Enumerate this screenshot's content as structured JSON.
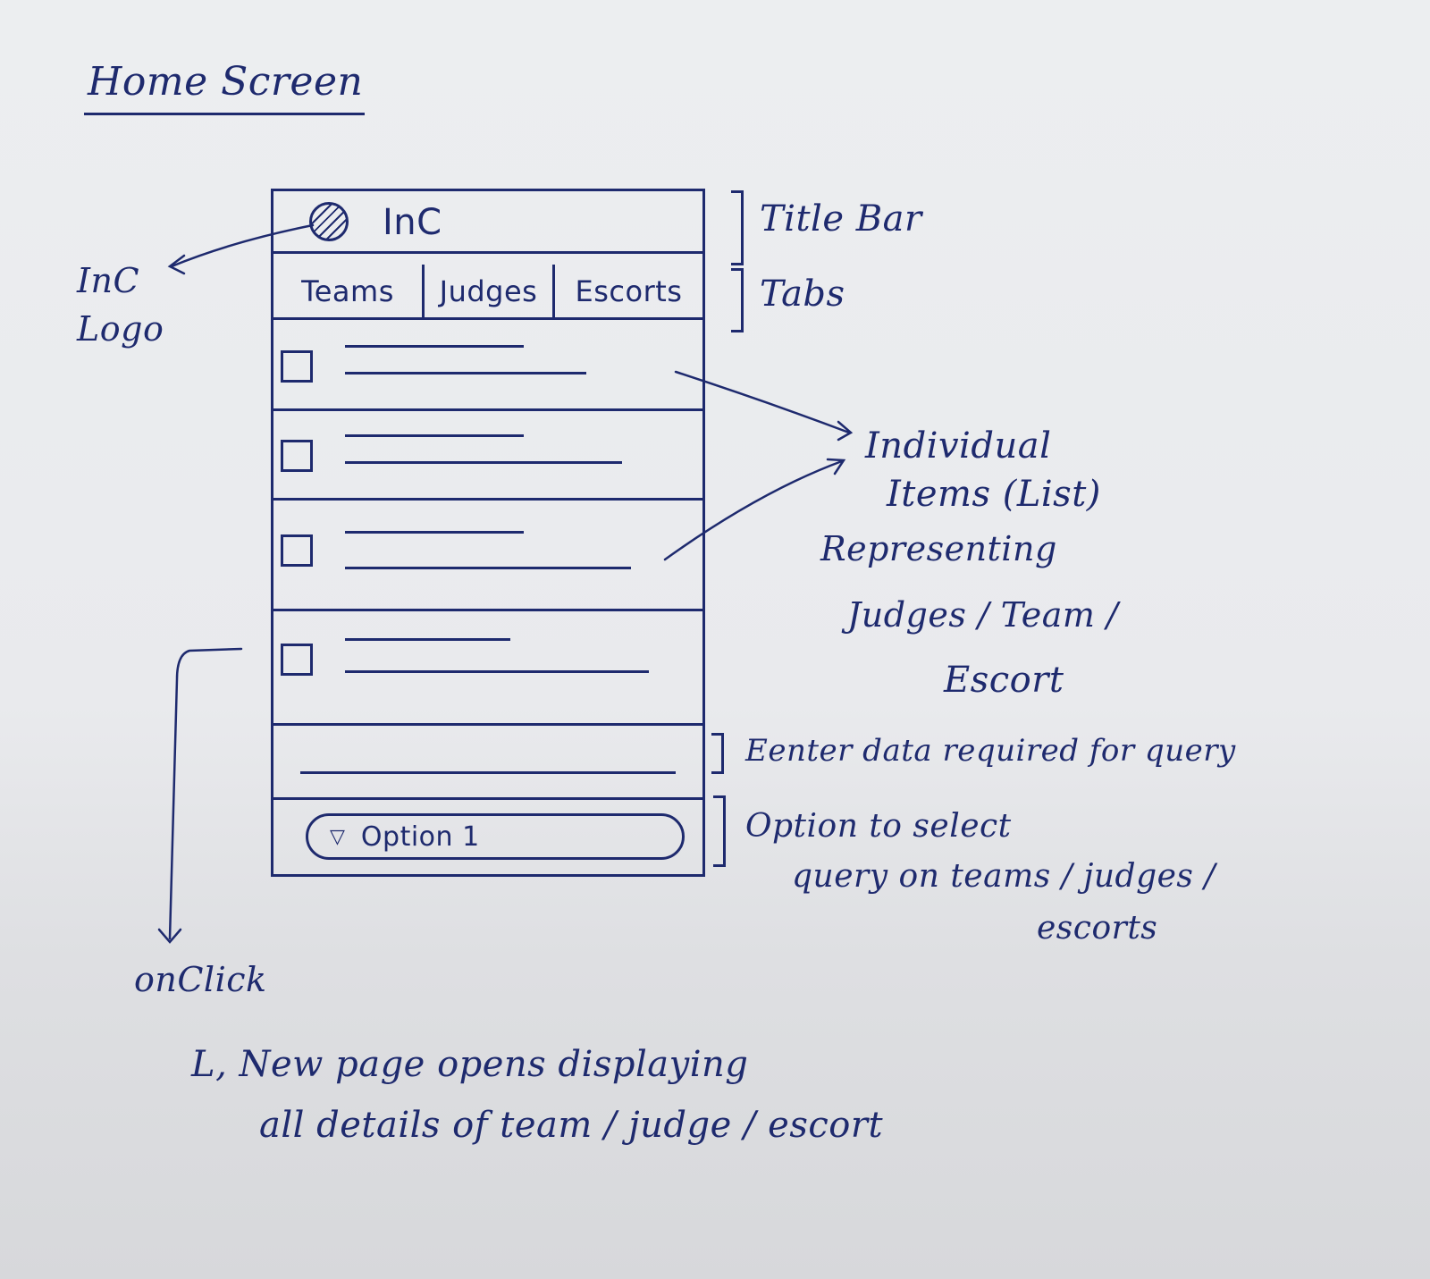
{
  "page_title": "Home Screen",
  "wireframe": {
    "app_title": "InC",
    "tabs": [
      "Teams",
      "Judges",
      "Escorts"
    ],
    "list_items": [
      {
        "checked": false
      },
      {
        "checked": false
      },
      {
        "checked": false
      },
      {
        "checked": false
      }
    ],
    "dropdown_value": "Option 1",
    "dropdown_arrow": "▽"
  },
  "annotations": {
    "title_bar": "Title Bar",
    "tabs": "Tabs",
    "logo_line1": "InC",
    "logo_line2": "Logo",
    "list_line1": "Individual",
    "list_line2": "Items (List)",
    "list_line3": "Representing",
    "list_line4": "Judges / Team /",
    "list_line5": "Escort",
    "query": "Eenter data required for query",
    "option_line1": "Option to select",
    "option_line2": "query on teams / judges /",
    "option_line3": "escorts",
    "onclick": "onClick",
    "onclick_line1": "L, New page opens displaying",
    "onclick_line2": "all details of team / judge / escort"
  },
  "colors": {
    "ink": "#1e2a6e",
    "paper": "#eceef0"
  }
}
